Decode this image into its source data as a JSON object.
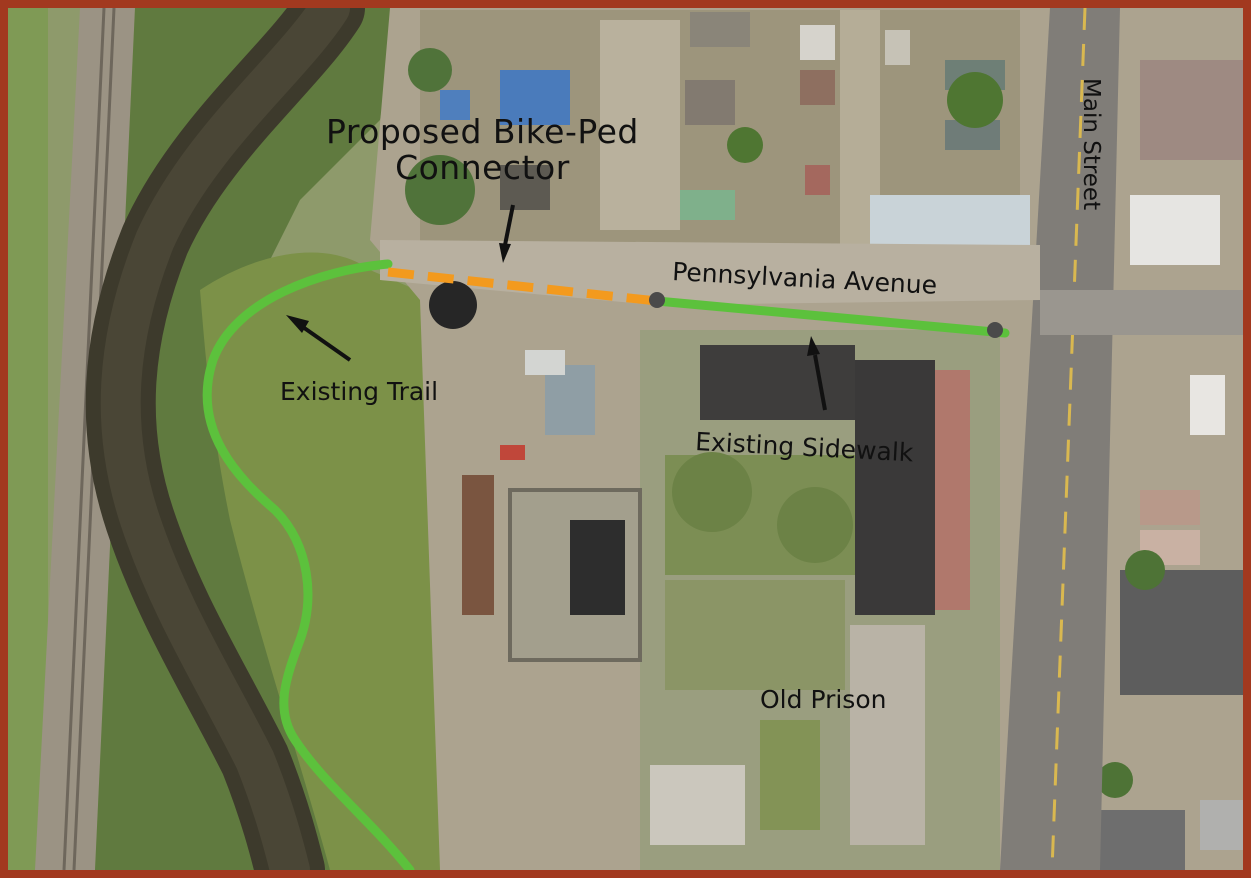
{
  "labels": {
    "connector_line1": "Proposed Bike-Ped",
    "connector_line2": "Connector",
    "street": "Pennsylvania Avenue",
    "main_street": "Main Street",
    "trail": "Existing Trail",
    "sidewalk": "Existing Sidewalk",
    "prison": "Old Prison"
  },
  "legend_colors": {
    "proposed_connector": "#f39a1e",
    "existing_route": "#5cc13c",
    "frame": "#a2391f"
  }
}
